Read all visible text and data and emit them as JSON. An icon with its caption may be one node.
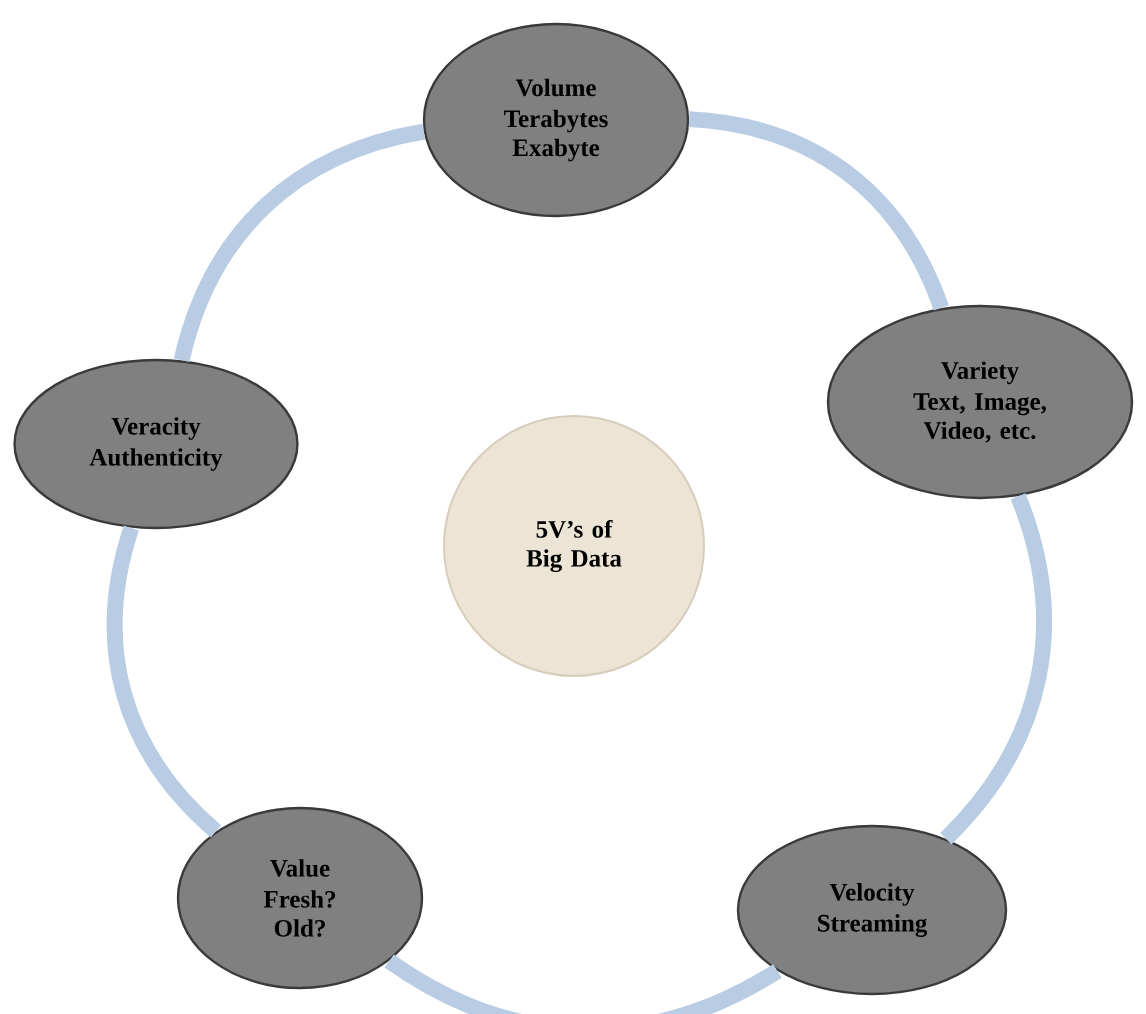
{
  "diagram": {
    "nodes": [
      {
        "text": [
          "Volume",
          "Terabytes Exabyte"
        ]
      },
      {
        "text": [
          "Variety",
          "Text, Image, Video, etc."
        ]
      },
      {
        "text": [
          "Veracity",
          "Authenticity"
        ]
      },
      {
        "text": [
          "5V’s of Big Data"
        ]
      },
      {
        "text": [
          "Value",
          "Fresh? Old?"
        ]
      },
      {
        "text": [
          "Velocity",
          "Streaming"
        ]
      }
    ],
    "edges": [
      {
        "from": 0,
        "to": 1,
        "arrow": "none"
      },
      {
        "from": 1,
        "to": 5,
        "arrow": "none"
      },
      {
        "from": 5,
        "to": 4,
        "arrow": "none"
      },
      {
        "from": 4,
        "to": 2,
        "arrow": "none"
      },
      {
        "from": 2,
        "to": 0,
        "arrow": "none"
      }
    ]
  }
}
